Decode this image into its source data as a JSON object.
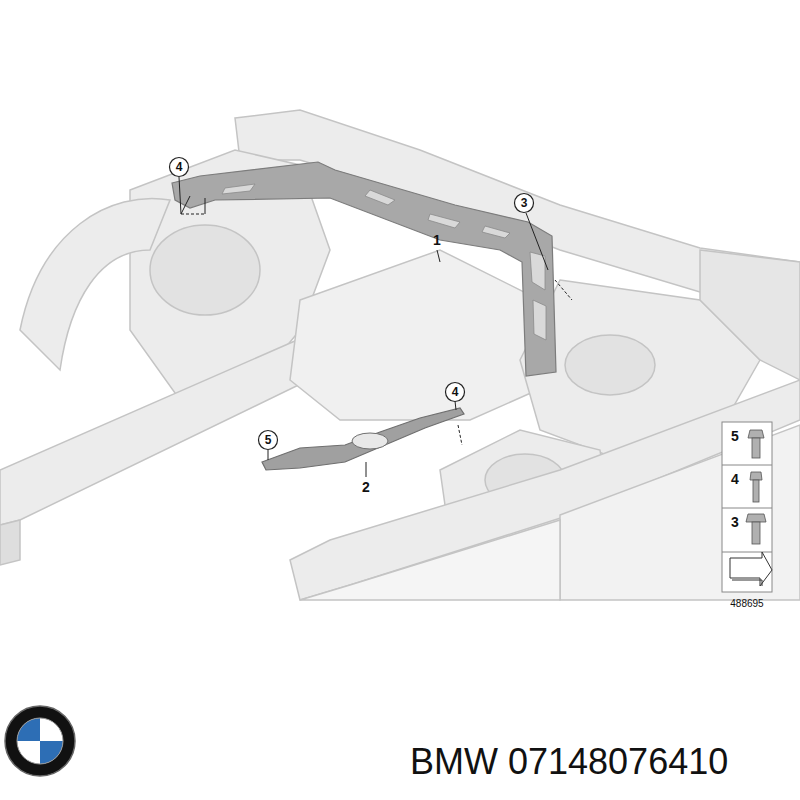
{
  "diagram": {
    "labels": [
      "4",
      "3",
      "1",
      "4",
      "5",
      "2",
      "5",
      "4",
      "3",
      "488695",
      "BMW 07148076410"
    ]
  }
}
